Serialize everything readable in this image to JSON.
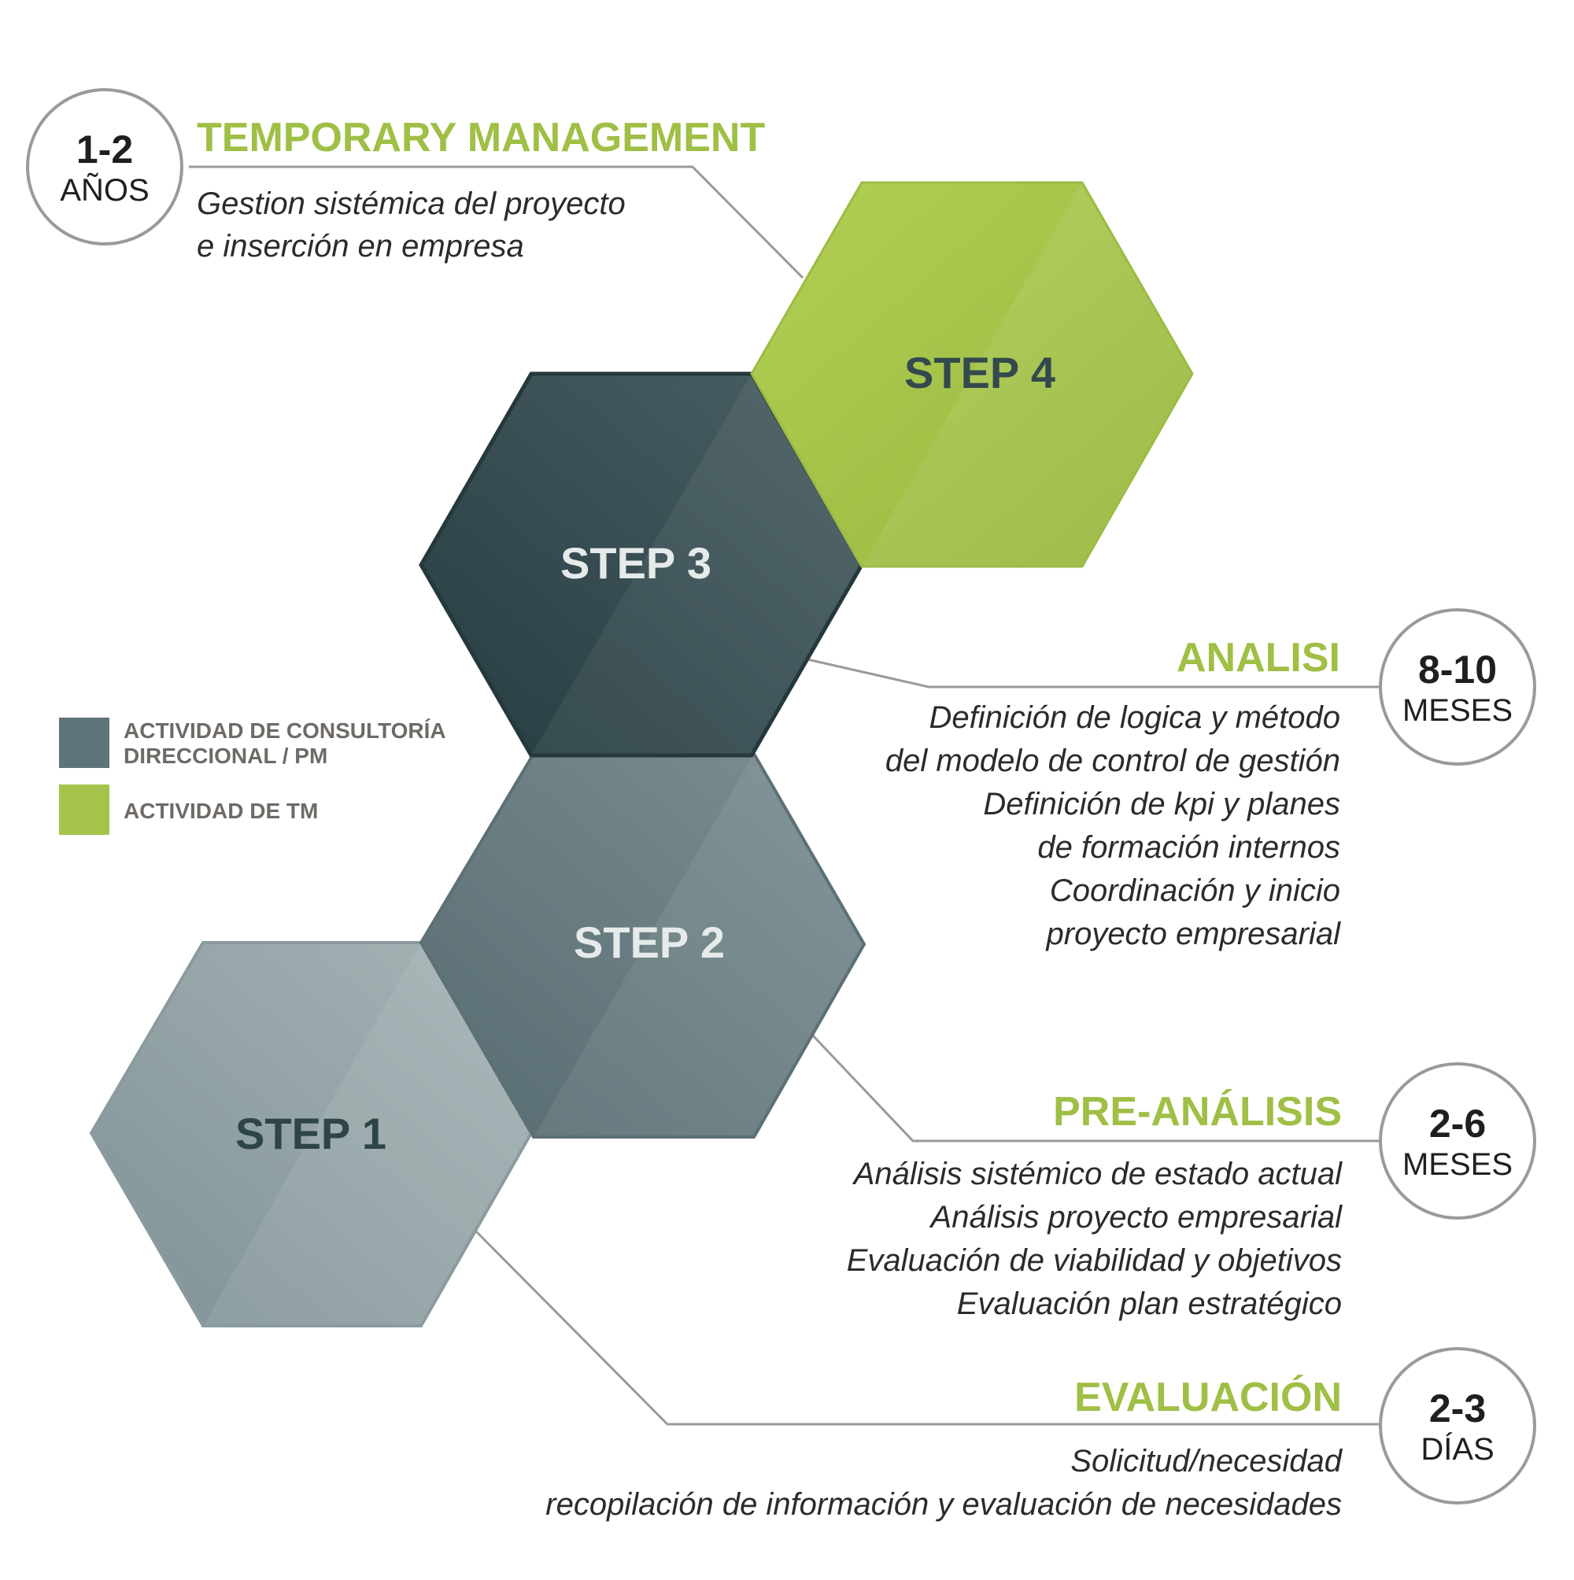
{
  "colors": {
    "tm_green": "#a5c34a",
    "consulting": "#5f7479",
    "step3_dark": "#2f474b",
    "connector": "#9a9a9a",
    "circle_border": "#9a9a9a",
    "title_green": "#9fbf45"
  },
  "steps": {
    "step1": {
      "label": "STEP 1",
      "color": "#93a3a6",
      "label_color": "#2d4448"
    },
    "step2": {
      "label": "STEP 2",
      "color": "#6b7f83",
      "label_color": "#e6eaea"
    },
    "step3": {
      "label": "STEP 3",
      "color": "#34494d",
      "label_color": "#e6eaea"
    },
    "step4": {
      "label": "STEP 4",
      "color": "#a5c34a",
      "label_color": "#34494d"
    }
  },
  "sections": {
    "temporary": {
      "title": "TEMPORARY MANAGEMENT",
      "lines": [
        "Gestion sistémica del proyecto",
        "e inserción en empresa"
      ],
      "duration_value": "1-2",
      "duration_unit": "AÑOS"
    },
    "analisi": {
      "title": "ANALISI",
      "lines": [
        "Definición de logica y método",
        "del modelo de control de gestión",
        "Definición de kpi y planes",
        "de formación internos",
        "Coordinación  y inicio",
        "proyecto empresarial"
      ],
      "duration_value": "8-10",
      "duration_unit": "MESES"
    },
    "preanalisis": {
      "title": "PRE-ANÁLISIS",
      "lines": [
        "Análisis sistémico de estado actual",
        "Análisis proyecto empresarial",
        "Evaluación de viabilidad y objetivos",
        "Evaluación plan estratégico"
      ],
      "duration_value": "2-6",
      "duration_unit": "MESES"
    },
    "evaluacion": {
      "title": "EVALUACIÓN",
      "lines": [
        "Solicitud/necesidad",
        "recopilación de información y evaluación de necesidades"
      ],
      "duration_value": "2-3",
      "duration_unit": "DÍAS"
    }
  },
  "legend": {
    "consulting_line1": "ACTIVIDAD DE CONSULTORÍA",
    "consulting_line2": "DIRECCIONAL / PM",
    "tm": "ACTIVIDAD DE TM",
    "consulting_color": "#5f7479",
    "tm_color": "#a5c34a"
  }
}
